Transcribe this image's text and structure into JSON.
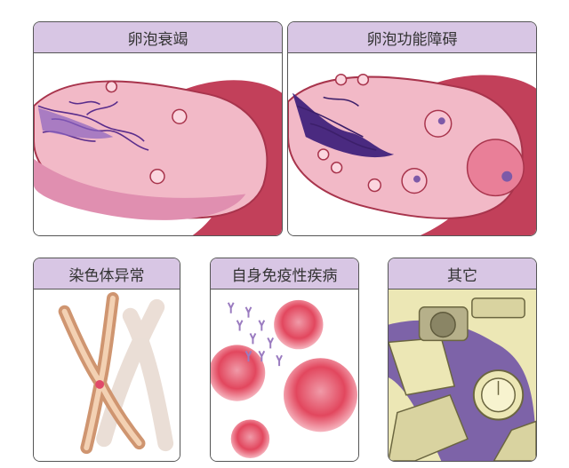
{
  "panels": [
    {
      "title": "卵泡衰竭"
    },
    {
      "title": "卵泡功能障碍"
    },
    {
      "title": "染色体异常"
    },
    {
      "title": "自身免疫性疾病"
    },
    {
      "title": "其它"
    }
  ],
  "colors": {
    "title_bg": "#d8c6e4",
    "ovary_pink": "#f2b9c7",
    "ovary_dark": "#c2405a",
    "follicle_purple": "#6a3f9e",
    "chromosome": "#d9a77e",
    "cell_red": "#e2475e",
    "machine_cream": "#ece7b5",
    "machine_purple": "#7d63a8"
  }
}
